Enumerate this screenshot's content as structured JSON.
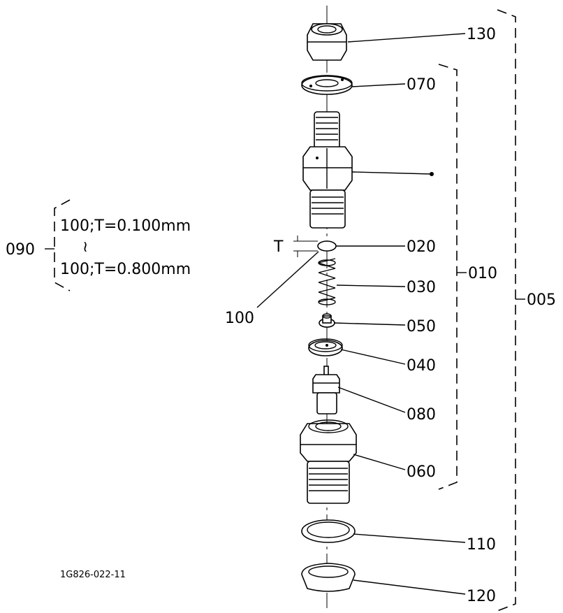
{
  "diagram": {
    "drawing_code": "1G826-022-11",
    "thickness_symbol": "T",
    "tilde_symbol": "≀",
    "callouts": {
      "p130": "130",
      "p070": "070",
      "p020": "020",
      "p030": "030",
      "p050": "050",
      "p040": "040",
      "p080": "080",
      "p060": "060",
      "p110": "110",
      "p120": "120",
      "p100": "100",
      "p010": "010",
      "p005": "005",
      "p090": "090"
    },
    "shim_options": {
      "min": "100;T=0.100mm",
      "max": "100;T=0.800mm"
    }
  }
}
